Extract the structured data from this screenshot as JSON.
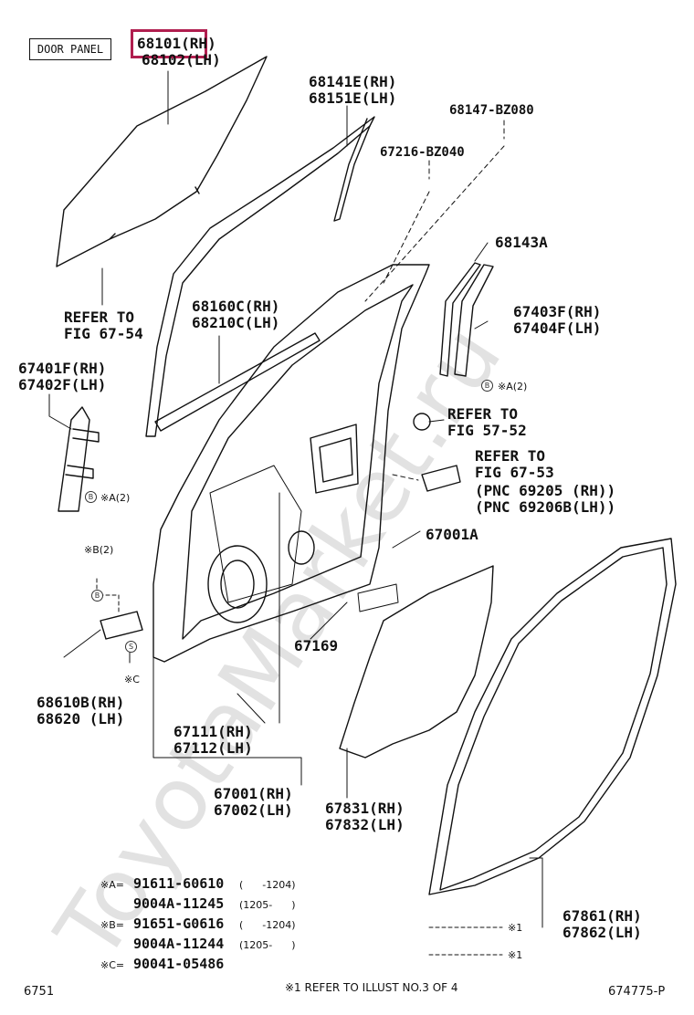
{
  "header": {
    "panel_tag": "DOOR PANEL",
    "part_68101": "68101(RH)",
    "part_68102": "68102(LH)"
  },
  "labels": {
    "p68141": "68141E(RH)",
    "p68151": "68151E(LH)",
    "p68147": "68147-BZ080",
    "p67216": "67216-BZ040",
    "p68143": "68143A",
    "refer_1a": "REFER TO",
    "refer_1b": "FIG 67-54",
    "p68160": "68160C(RH)",
    "p68210": "68210C(LH)",
    "p67403": "67403F(RH)",
    "p67404": "67404F(LH)",
    "p67401": "67401F(RH)",
    "p67402": "67402F(LH)",
    "refer_2a": "REFER TO",
    "refer_2b": "FIG 57-52",
    "refer_3a": "REFER TO",
    "refer_3b": "FIG 67-53",
    "pnc_rh": "(PNC 69205 (RH))",
    "pnc_lh": "(PNC 69206B(LH))",
    "p67001a": "67001A",
    "p67169": "67169",
    "p68610": "68610B(RH)",
    "p68620": "68620 (LH)",
    "p67111": "67111(RH)",
    "p67112": "67112(LH)",
    "p67001": "67001(RH)",
    "p67002": "67002(LH)",
    "p67831": "67831(RH)",
    "p67832": "67832(LH)",
    "p67861": "67861(RH)",
    "p67862": "67862(LH)"
  },
  "callouts": {
    "a2_right": "※A(2)",
    "a2_left": "※A(2)",
    "b2": "※B(2)",
    "c": "※C",
    "x1_upper": "※1",
    "x1_lower": "※1",
    "bubble_b": "B",
    "bubble_s": "S"
  },
  "notes": [
    {
      "key": "※A=",
      "part": "91611-60610",
      "range": "(      -1204)"
    },
    {
      "key": "",
      "part": "9004A-11245",
      "range": "(1205-      )"
    },
    {
      "key": "※B=",
      "part": "91651-G0616",
      "range": "(      -1204)"
    },
    {
      "key": "",
      "part": "9004A-11244",
      "range": "(1205-      )"
    },
    {
      "key": "※C=",
      "part": "90041-05486",
      "range": ""
    }
  ],
  "footer": {
    "left": "6751",
    "center": "※1 REFER TO ILLUST NO.3 OF 4",
    "right": "674775-P"
  },
  "watermark": "ToyotaMarket.ru"
}
